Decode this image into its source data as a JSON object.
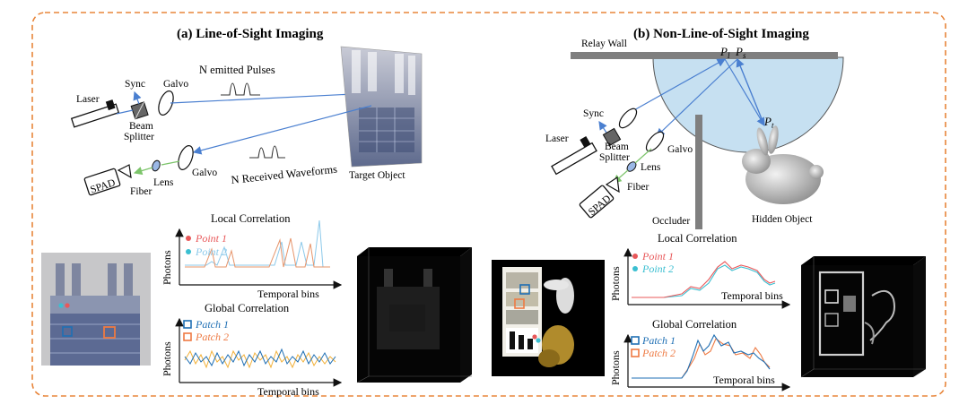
{
  "los": {
    "title": "(a) Line-of-Sight Imaging",
    "laser": "Laser",
    "sync": "Sync",
    "beam_line1": "Beam",
    "beam_line2": "Splitter",
    "galvo_top": "Galvo",
    "galvo_bottom": "Galvo",
    "emitted": "N emitted Pulses",
    "received": "N Received Waveforms",
    "target": "Target Object",
    "spad": "SPAD",
    "fiber": "Fiber",
    "lens": "Lens",
    "local_title": "Local Correlation",
    "global_title": "Global Correlation",
    "ylabel": "Photons",
    "xlabel": "Temporal bins",
    "point1": "Point 1",
    "point2": "Point 2",
    "patch1": "Patch 1",
    "patch2": "Patch 2"
  },
  "nlos": {
    "title": "(b) Non-Line-of-Sight Imaging",
    "relay_wall": "Relay Wall",
    "pl": "P",
    "pl_sub": "l",
    "ps": "P",
    "ps_sub": "s",
    "pt": "P",
    "pt_sub": "t",
    "sync": "Sync",
    "laser": "Laser",
    "beam_line1": "Beam",
    "beam_line2": "Splitter",
    "galvo": "Galvo",
    "lens": "Lens",
    "fiber": "Fiber",
    "spad": "SPAD",
    "occluder": "Occluder",
    "hidden": "Hidden Object",
    "local_title": "Local Correlation",
    "global_title": "Global Correlation",
    "ylabel": "Photons",
    "xlabel": "Temporal bins",
    "point1": "Point 1",
    "point2": "Point 2",
    "patch1": "Patch 1",
    "patch2": "Patch 2"
  },
  "colors": {
    "frame": "#e8853a",
    "point1": "#e8585a",
    "point2": "#3bbfd1",
    "patch1": "#1f6fb4",
    "patch2": "#ee7a43",
    "beam": "#4a7fd0",
    "return_beam": "#7cc46a",
    "hidden_zone": "#c6e0f1"
  }
}
